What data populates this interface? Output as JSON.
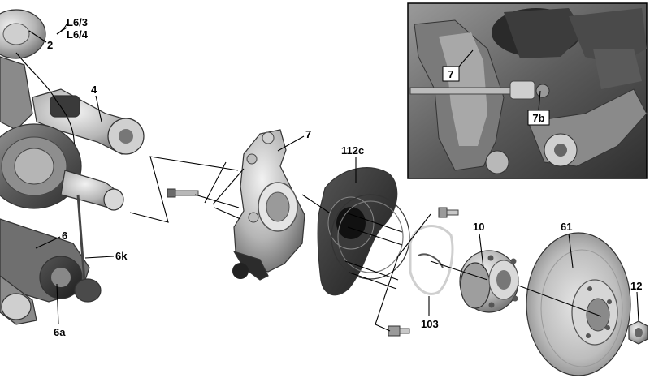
{
  "labels": {
    "l63": "L6/3",
    "l64": "L6/4",
    "n2": "2",
    "n4": "4",
    "n6": "6",
    "n6a": "6a",
    "n6k": "6k",
    "n7": "7",
    "n112c": "112c",
    "n103": "103",
    "n10": "10",
    "n61": "61",
    "n12": "12"
  },
  "inset": {
    "n7": "7",
    "n7b": "7b"
  }
}
